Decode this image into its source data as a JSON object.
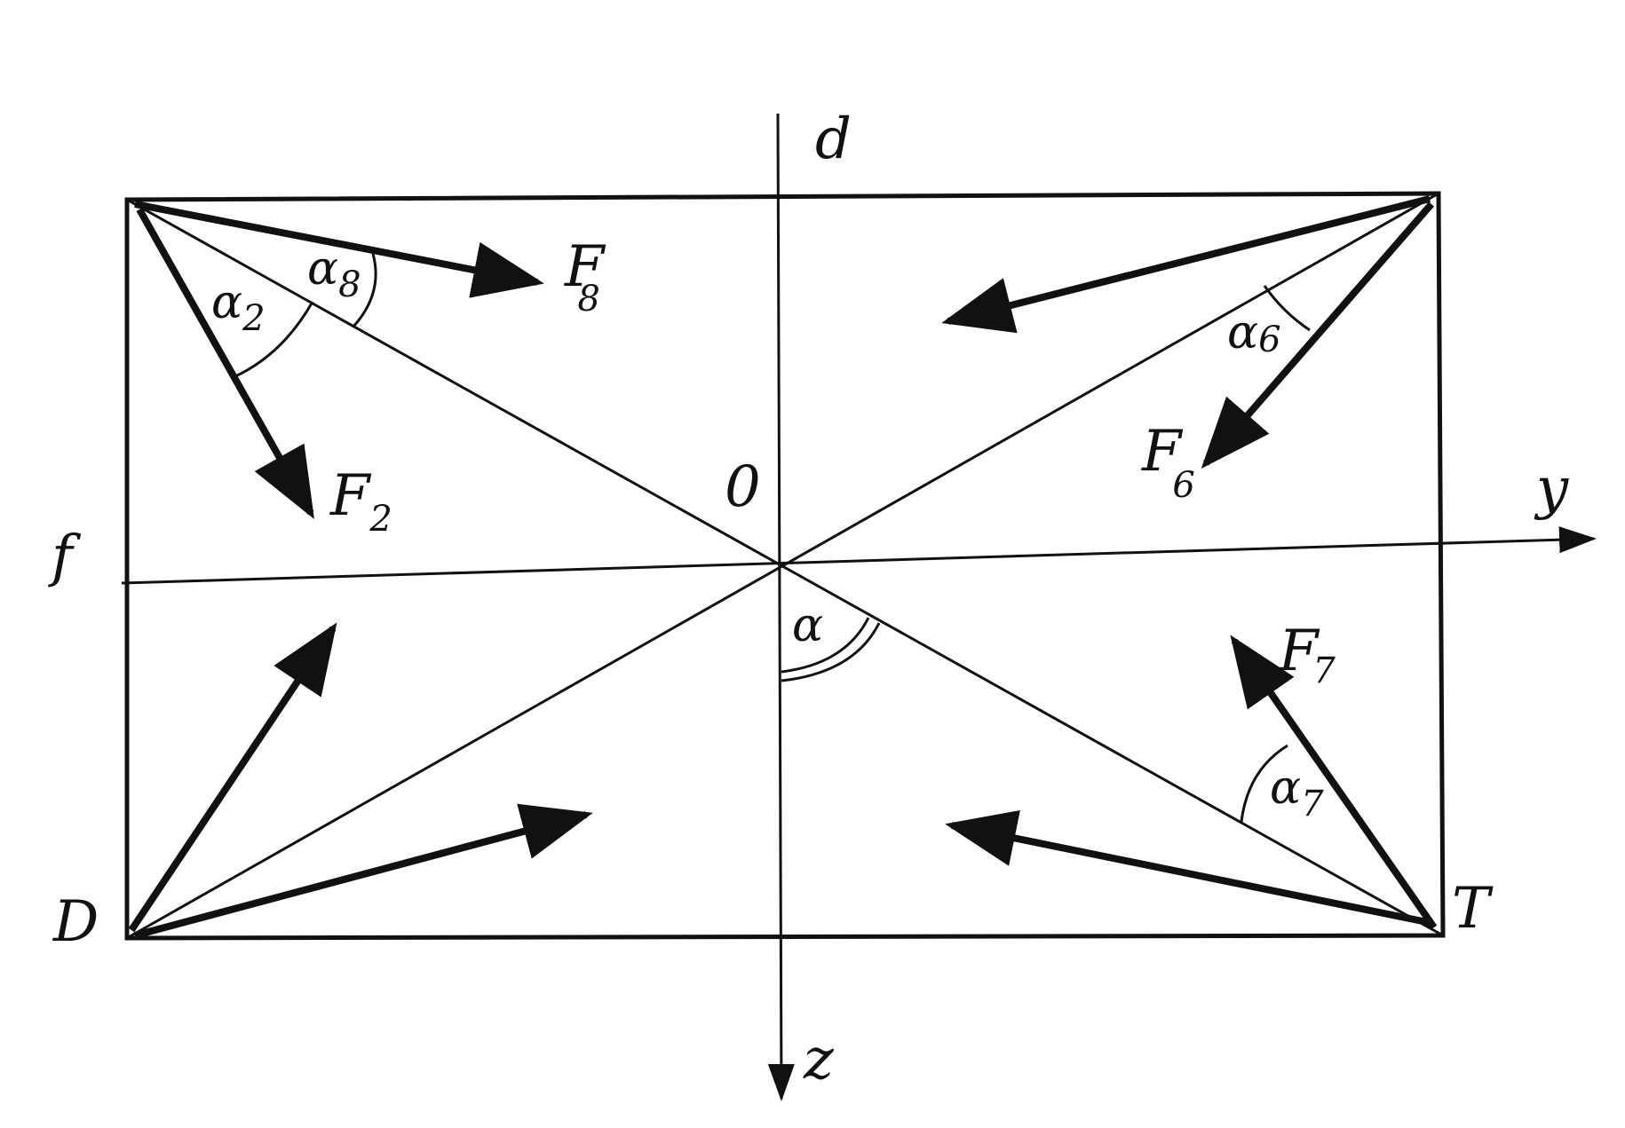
{
  "labels": {
    "axis_d": "d",
    "axis_y": "y",
    "axis_z": "z",
    "axis_f": "f",
    "origin": "0",
    "corner_left_bottom": "D",
    "corner_right_bottom": "T",
    "force_2": {
      "main": "F",
      "sub": "2"
    },
    "force_8": {
      "main": "F",
      "sub": "8"
    },
    "force_6": {
      "main": "F",
      "sub": "6"
    },
    "force_7": {
      "main": "F",
      "sub": "7"
    },
    "angle_2": {
      "main": "α",
      "sub": "2"
    },
    "angle_8": {
      "main": "α",
      "sub": "8"
    },
    "angle_6": {
      "main": "α",
      "sub": "6"
    },
    "angle_7": {
      "main": "α",
      "sub": "7"
    },
    "angle_center": "α"
  },
  "colors": {
    "ink": "#111111",
    "background": "#ffffff"
  }
}
